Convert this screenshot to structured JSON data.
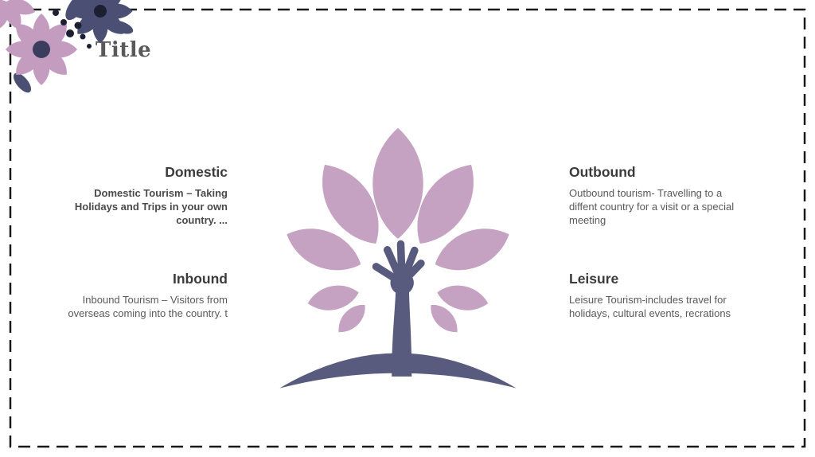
{
  "title": "Title",
  "blocks": [
    {
      "heading": "Domestic",
      "body": "Domestic Tourism – Taking Holidays and Trips in your own country. ...",
      "align": "right"
    },
    {
      "heading": "Inbound",
      "body": "Inbound Tourism – Visitors from overseas coming into the country. t",
      "align": "right"
    },
    {
      "heading": "Outbound",
      "body": "Outbound tourism- Travelling to a diffent country for a visit or a special meeting",
      "align": "left"
    },
    {
      "heading": "Leisure",
      "body": "Leisure Tourism-includes travel for holidays, cultural events, recrations",
      "align": "left"
    }
  ],
  "icons": {
    "tree": "tree-with-hand-trunk-icon",
    "corner": "floral-corner-decoration"
  },
  "colors": {
    "background": "#ffffff",
    "border": "#1a1a1a",
    "leaf": "#c5a2c2",
    "trunk": "#585b7e",
    "flower_mauve": "#c49cc0",
    "flower_navy": "#4c4f74",
    "flower_center": "#3a3d5e",
    "berry": "#1d2033",
    "title_text": "#595959",
    "heading_text": "#3b3b3b",
    "body_text": "#595959"
  }
}
